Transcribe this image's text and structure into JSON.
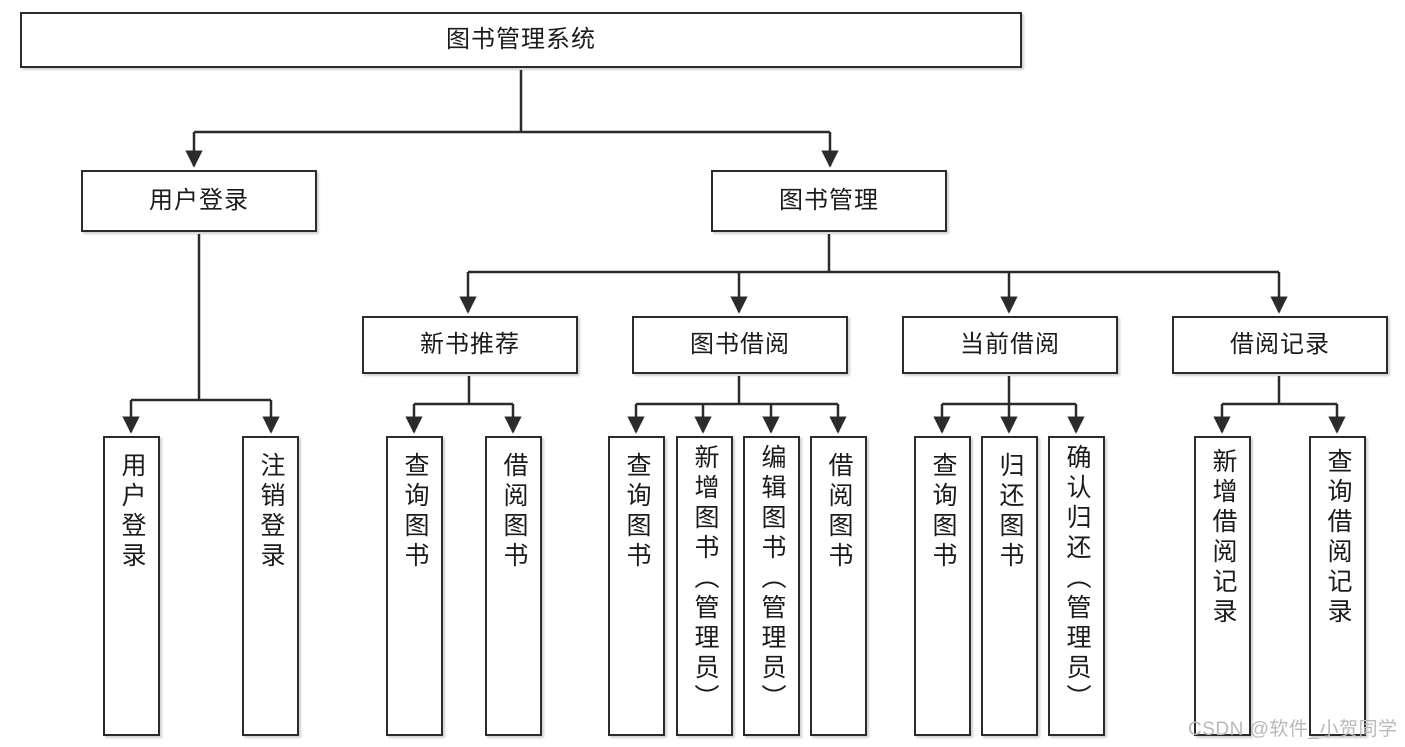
{
  "diagram": {
    "title": "图书管理系统",
    "type": "hierarchy-tree",
    "root": {
      "id": "root",
      "label": "图书管理系统"
    },
    "level2": [
      {
        "id": "user-login",
        "label": "用户登录"
      },
      {
        "id": "book-manage",
        "label": "图书管理"
      }
    ],
    "level3": [
      {
        "id": "new-book-recommend",
        "label": "新书推荐",
        "parent": "book-manage"
      },
      {
        "id": "book-borrow",
        "label": "图书借阅",
        "parent": "book-manage"
      },
      {
        "id": "current-borrow",
        "label": "当前借阅",
        "parent": "book-manage"
      },
      {
        "id": "borrow-record",
        "label": "借阅记录",
        "parent": "book-manage"
      }
    ],
    "leaves": {
      "user_login": [
        {
          "id": "leaf-user-login",
          "label": "用户登录"
        },
        {
          "id": "leaf-user-logout",
          "label": "注销登录"
        }
      ],
      "new_book_recommend": [
        {
          "id": "leaf-query-book-1",
          "label": "查询图书"
        },
        {
          "id": "leaf-borrow-book-1",
          "label": "借阅图书"
        }
      ],
      "book_borrow": [
        {
          "id": "leaf-query-book-2",
          "label": "查询图书"
        },
        {
          "id": "leaf-add-book",
          "label": "新增图书（管理员）"
        },
        {
          "id": "leaf-edit-book",
          "label": "编辑图书（管理员）"
        },
        {
          "id": "leaf-borrow-book-2",
          "label": "借阅图书"
        }
      ],
      "current_borrow": [
        {
          "id": "leaf-query-book-3",
          "label": "查询图书"
        },
        {
          "id": "leaf-return-book",
          "label": "归还图书"
        },
        {
          "id": "leaf-confirm-return",
          "label": "确认归还（管理员）"
        }
      ],
      "borrow_record": [
        {
          "id": "leaf-add-record",
          "label": "新增借阅记录"
        },
        {
          "id": "leaf-query-record",
          "label": "查询借阅记录"
        }
      ]
    }
  },
  "watermark": {
    "text": "CSDN @软件_小贺同学"
  },
  "colors": {
    "border": "#2b2b2b",
    "background": "#ffffff",
    "text": "#1b1b1b",
    "watermark": "#b9b9b9"
  }
}
